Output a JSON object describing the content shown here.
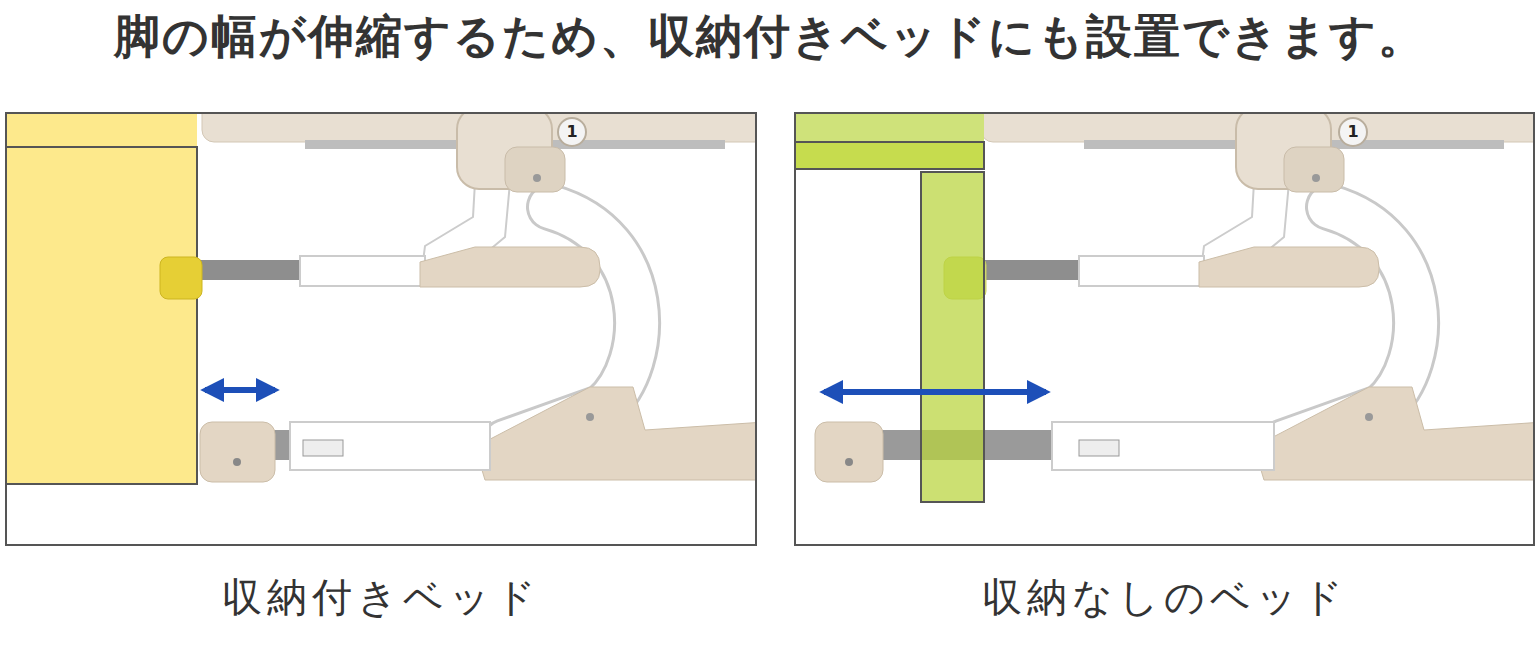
{
  "diagram": {
    "title": "脚の幅が伸縮するため、収納付きベッドにも設置できます。",
    "nodes": [
      {
        "text": [
          "収納付きベッド"
        ]
      },
      {
        "text": [
          "1"
        ],
        "in": 0
      },
      {
        "text": [
          "収納なしのベッド"
        ]
      },
      {
        "text": [
          "1"
        ],
        "in": 2
      }
    ]
  }
}
